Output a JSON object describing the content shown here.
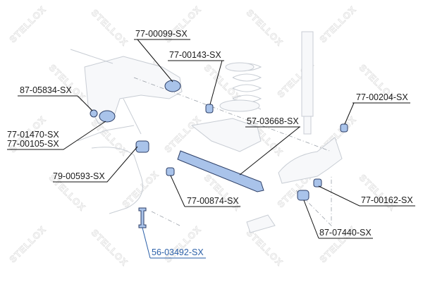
{
  "watermark": "STELLOX",
  "colors": {
    "part_fill": "#a9c3ea",
    "link": "#2a5fa8",
    "text": "#1a1a1a"
  },
  "labels": {
    "p77_00099": "77-00099-SX",
    "p77_00143": "77-00143-SX",
    "p87_05834": "87-05834-SX",
    "p77_00204": "77-00204-SX",
    "p57_03668": "57-03668-SX",
    "p77_01470": "77-01470-SX",
    "p77_00105": "77-00105-SX",
    "p79_00593": "79-00593-SX",
    "p77_00874": "77-00874-SX",
    "p77_00162": "77-00162-SX",
    "p87_07440": "87-07440-SX",
    "p56_03492": "56-03492-SX"
  }
}
